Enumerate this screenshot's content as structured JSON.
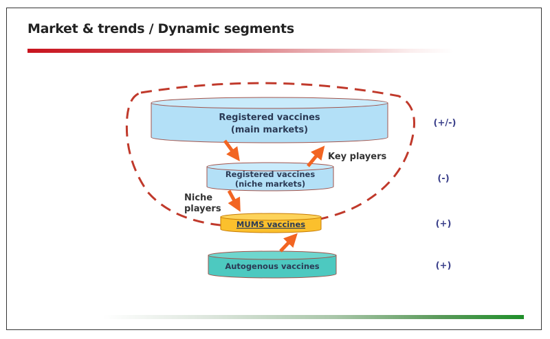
{
  "slide": {
    "title": "Market & trends / Dynamic segments",
    "colors": {
      "title_bar": "#c8141e",
      "footer_bar": "#1f8f2a",
      "dashed_outline": "#c0392b",
      "arrow": "#f26522",
      "cylinder_blue": "#b3e0f7",
      "cylinder_orange": "#fbc02d",
      "cylinder_teal": "#4dc9c0",
      "side_label": "#3a3f8a"
    }
  },
  "diagram": {
    "segments": [
      {
        "line1": "Registered vaccines",
        "line2": "(main markets)",
        "trend": "(+/-)"
      },
      {
        "line1": "Registered vaccines",
        "line2": "(niche markets)",
        "trend": "(-)"
      },
      {
        "line1": "MUMS vaccines",
        "line2": "",
        "trend": "(+)"
      },
      {
        "line1": "Autogenous vaccines",
        "line2": "",
        "trend": "(+)"
      }
    ],
    "annotations": {
      "key_players": "Key players",
      "niche_players_1": "Niche",
      "niche_players_2": "players"
    }
  }
}
